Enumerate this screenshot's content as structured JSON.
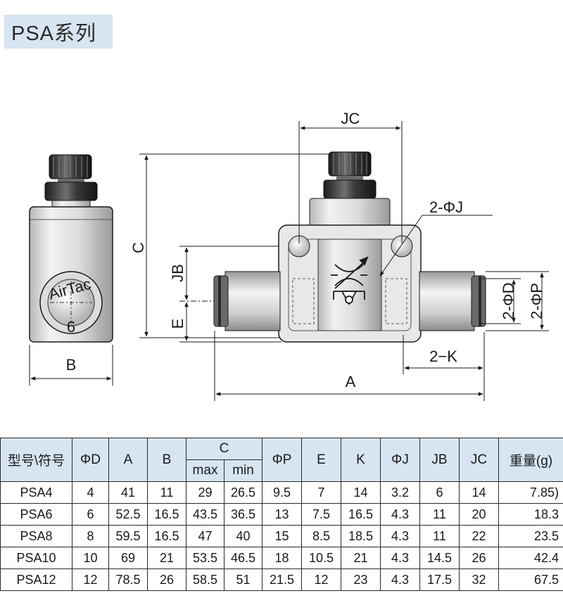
{
  "series_title": "PSA系列",
  "drawing": {
    "side_view": {
      "brand": "AirTac",
      "size_mark": "6",
      "dim_b": "B",
      "dim_c": "C",
      "dim_jb": "JB",
      "dim_e": "E"
    },
    "front_view": {
      "dim_jc": "JC",
      "dim_2phij": "2-ΦJ",
      "dim_2phid": "2-ΦD",
      "dim_2phip": "2-ΦP",
      "dim_2k": "2−K",
      "dim_a": "A"
    }
  },
  "table": {
    "headers": {
      "model": "型号\\符号",
      "phid": "ΦD",
      "a": "A",
      "b": "B",
      "c": "C",
      "c_max": "max",
      "c_min": "min",
      "phip": "ΦP",
      "e": "E",
      "k": "K",
      "phij": "ΦJ",
      "jb": "JB",
      "jc": "JC",
      "weight": "重量(g)"
    },
    "rows": [
      [
        "PSA4",
        "4",
        "41",
        "11",
        "29",
        "26.5",
        "9.5",
        "7",
        "14",
        "3.2",
        "6",
        "14",
        "7.85)"
      ],
      [
        "PSA6",
        "6",
        "52.5",
        "16.5",
        "43.5",
        "36.5",
        "13",
        "7.5",
        "16.5",
        "4.3",
        "11",
        "20",
        "18.3"
      ],
      [
        "PSA8",
        "8",
        "59.5",
        "16.5",
        "47",
        "40",
        "15",
        "8.5",
        "18.5",
        "4.3",
        "11",
        "22",
        "23.5"
      ],
      [
        "PSA10",
        "10",
        "69",
        "21",
        "53.5",
        "46.5",
        "18",
        "10.5",
        "21",
        "4.3",
        "14.5",
        "26",
        "42.4"
      ],
      [
        "PSA12",
        "12",
        "78.5",
        "26",
        "58.5",
        "51",
        "21.5",
        "12",
        "23",
        "4.3",
        "17.5",
        "32",
        "67.5"
      ]
    ]
  },
  "colors": {
    "header_bg": "#d7e4f1",
    "metal_light": "#e6e6e6",
    "metal_dark": "#7a7a7a",
    "line": "#1a1a1a"
  }
}
